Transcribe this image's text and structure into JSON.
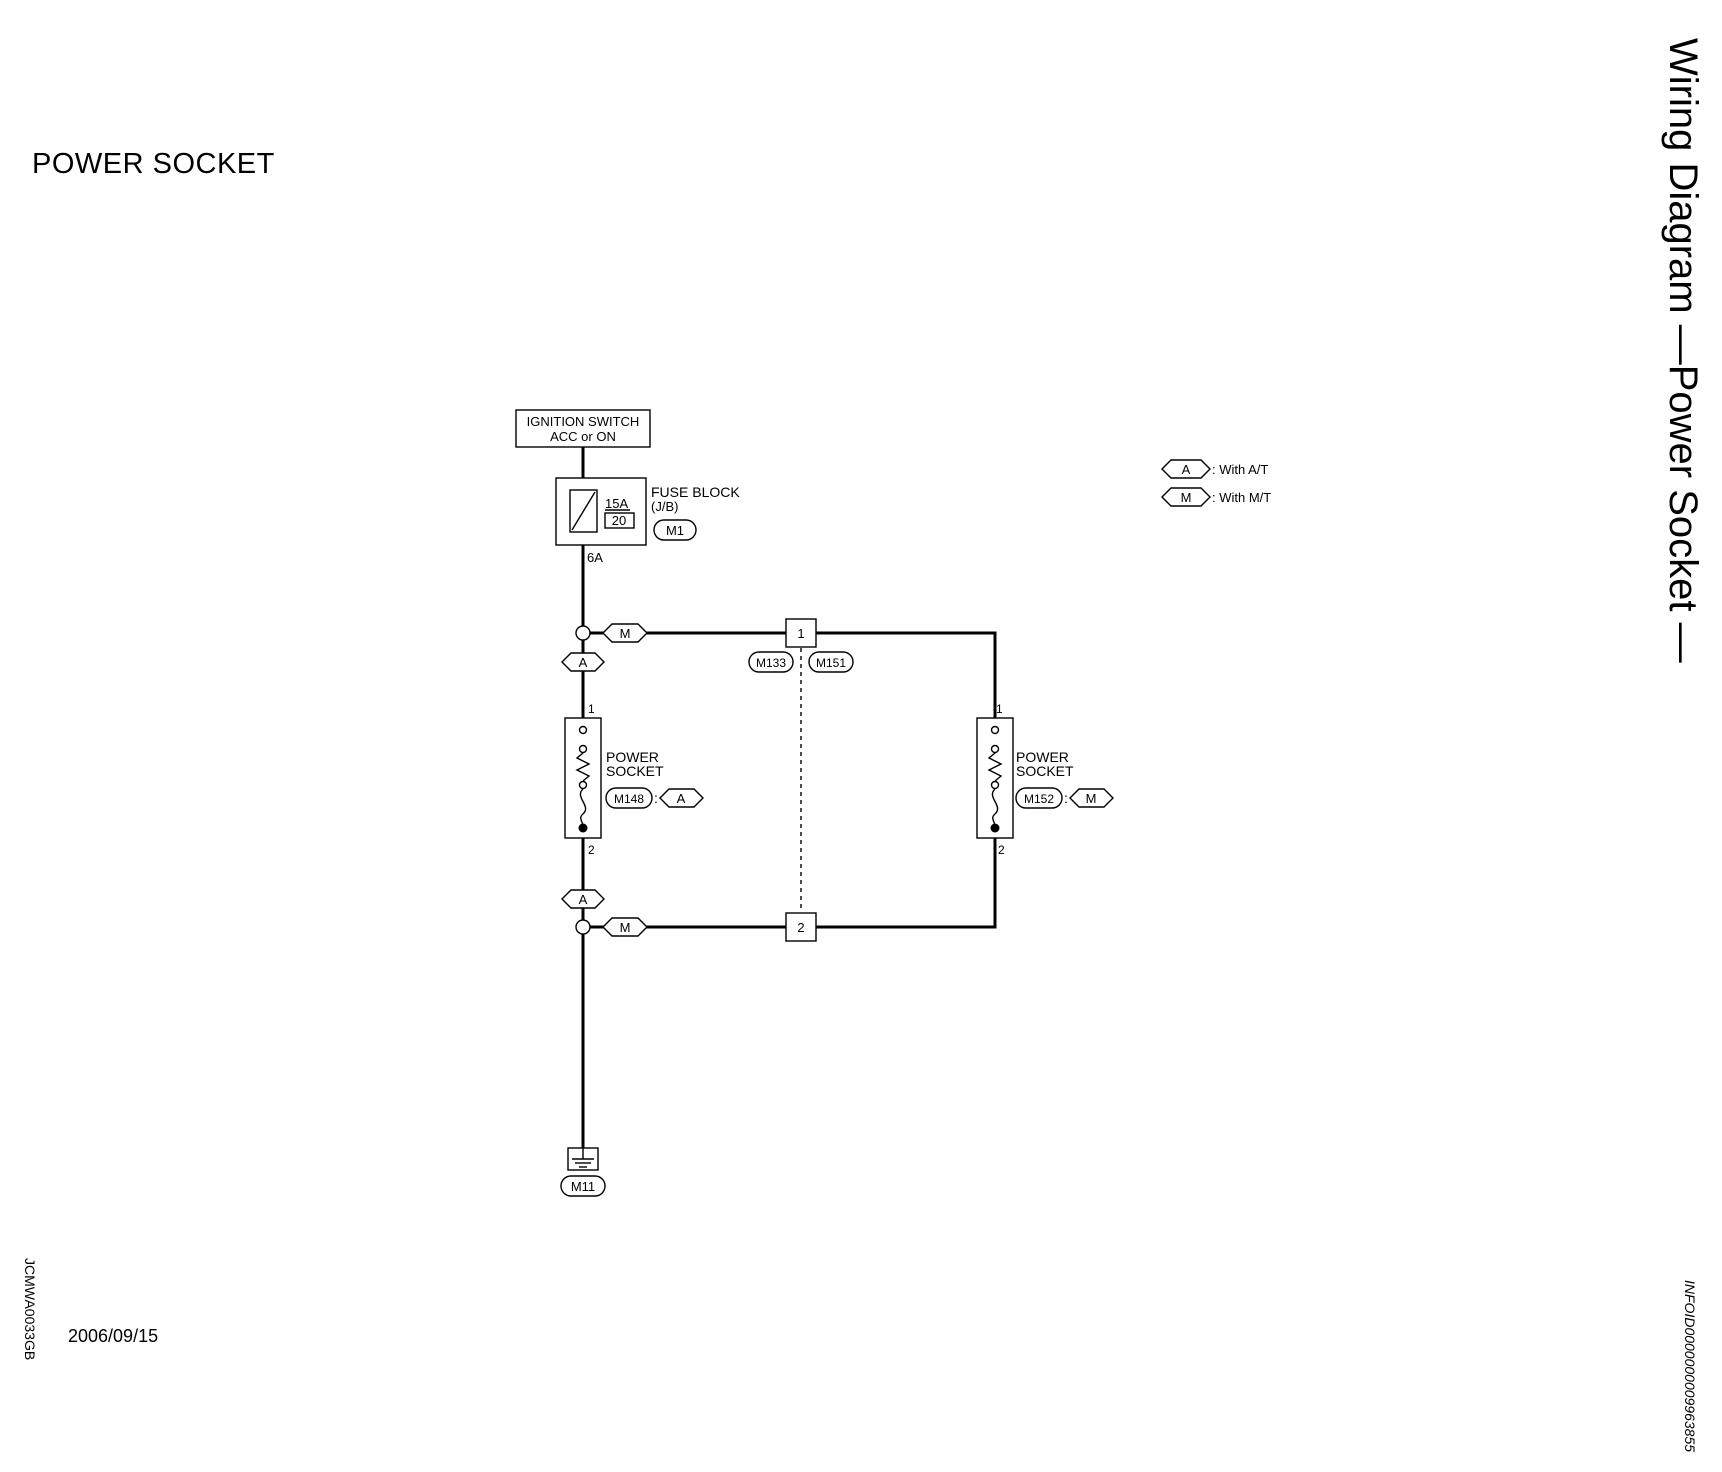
{
  "page": {
    "title": "POWER SOCKET",
    "side_title": "Wiring Diagram —Power Socket —",
    "side_id": "INFOID0000000009963855",
    "doc_code": "JCMWA0033GB",
    "date": "2006/09/15"
  },
  "legend": [
    {
      "code": "A",
      "text": ": With A/T"
    },
    {
      "code": "M",
      "text": ": With M/T"
    }
  ],
  "diagram": {
    "ignition_line1": "IGNITION SWITCH",
    "ignition_line2": "ACC or ON",
    "fuse_amp": "15A",
    "fuse_num": "20",
    "fuse_label1": "FUSE BLOCK",
    "fuse_label2": "(J/B)",
    "fuse_conn": "M1",
    "fuse_terminal": "6A",
    "junction_top_pin": "1",
    "junction_bottom_pin": "2",
    "junction_conn_left": "M133",
    "junction_conn_right": "M151",
    "socket_left": {
      "line1": "POWER",
      "line2": "SOCKET",
      "conn": "M148",
      "variant": "A",
      "pin_top": "1",
      "pin_bottom": "2"
    },
    "socket_right": {
      "line1": "POWER",
      "line2": "SOCKET",
      "conn": "M152",
      "variant": "M",
      "pin_top": "1",
      "pin_bottom": "2"
    },
    "variant_a": "A",
    "variant_m": "M",
    "ground_conn": "M11",
    "colon": ":"
  }
}
